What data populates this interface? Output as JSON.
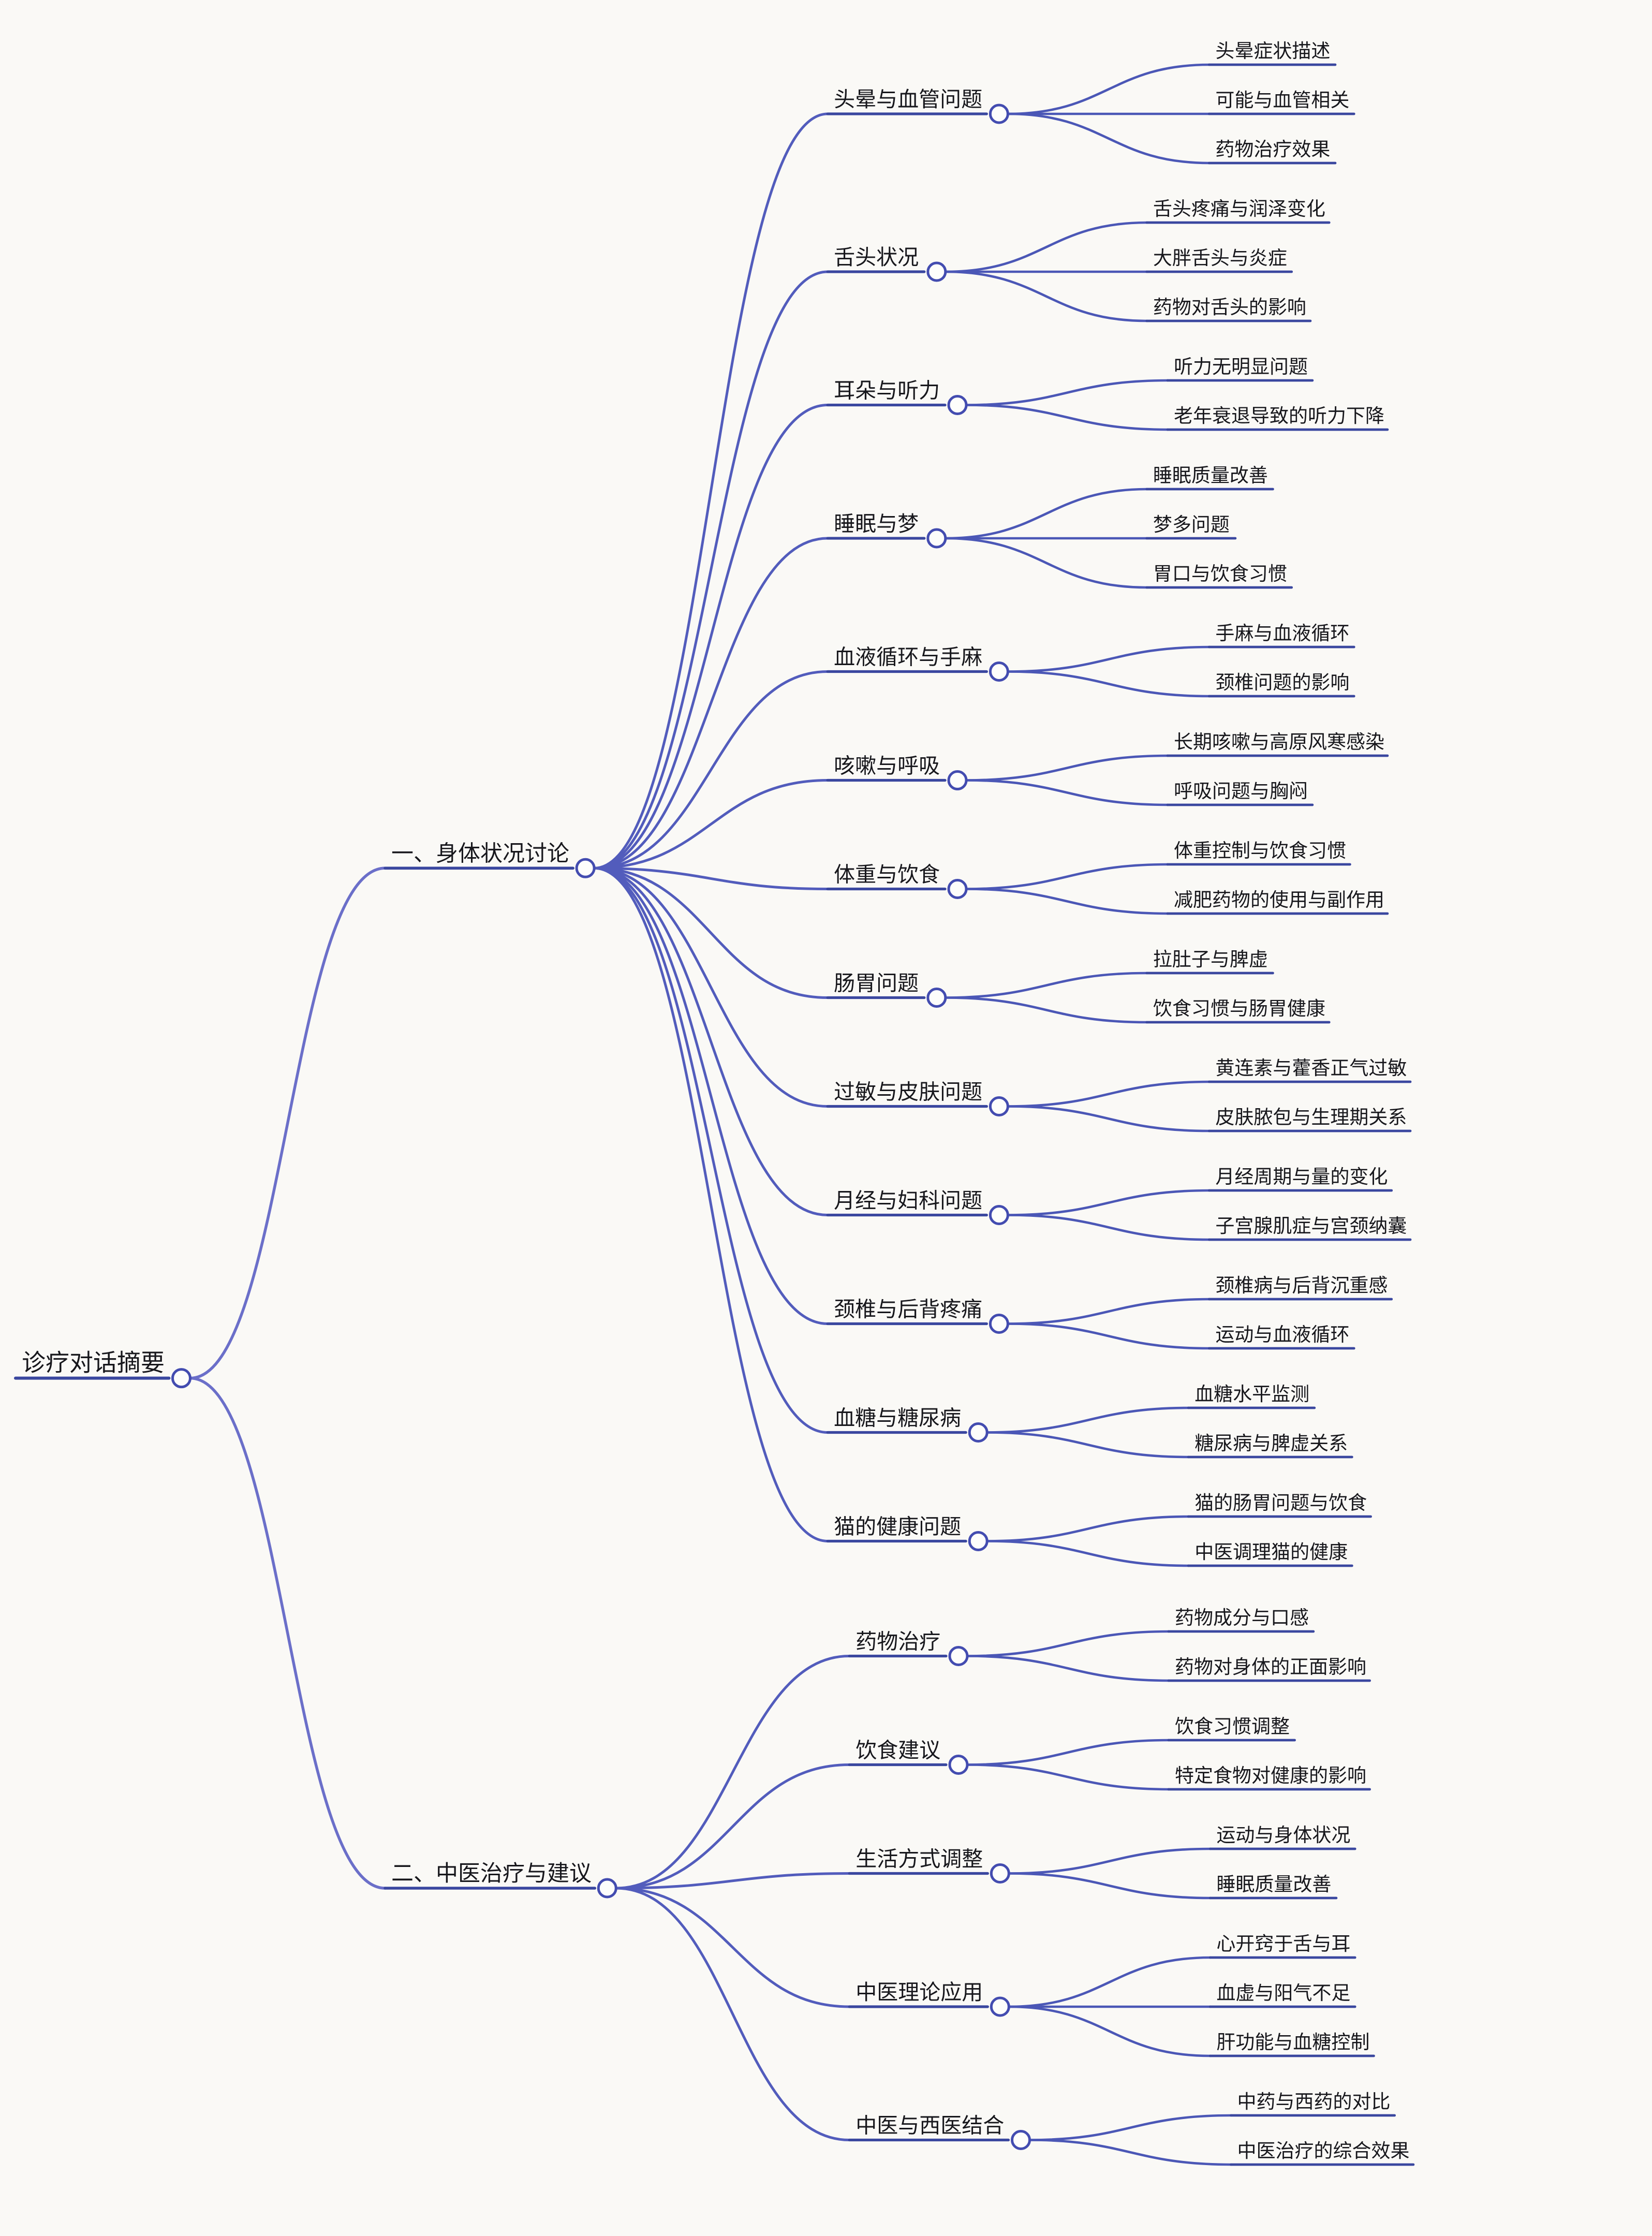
{
  "palette": {
    "background": "#faf9f6",
    "edge_fan": "#6b6fc9",
    "edge_mid": "#525cbc",
    "edge_leaf": "#4b57b6",
    "underline": "#3a479f",
    "circle_stroke": "#434cb0",
    "circle_fill": "#fdfdfb",
    "text": "#17171c"
  },
  "root": {
    "label": "诊疗对话摘要",
    "children": [
      {
        "label": "一、身体状况讨论",
        "children": [
          {
            "label": "头晕与血管问题",
            "children": [
              {
                "label": "头晕症状描述"
              },
              {
                "label": "可能与血管相关"
              },
              {
                "label": "药物治疗效果"
              }
            ]
          },
          {
            "label": "舌头状况",
            "children": [
              {
                "label": "舌头疼痛与润泽变化"
              },
              {
                "label": "大胖舌头与炎症"
              },
              {
                "label": "药物对舌头的影响"
              }
            ]
          },
          {
            "label": "耳朵与听力",
            "children": [
              {
                "label": "听力无明显问题"
              },
              {
                "label": "老年衰退导致的听力下降"
              }
            ]
          },
          {
            "label": "睡眠与梦",
            "children": [
              {
                "label": "睡眠质量改善"
              },
              {
                "label": "梦多问题"
              },
              {
                "label": "胃口与饮食习惯"
              }
            ]
          },
          {
            "label": "血液循环与手麻",
            "children": [
              {
                "label": "手麻与血液循环"
              },
              {
                "label": "颈椎问题的影响"
              }
            ]
          },
          {
            "label": "咳嗽与呼吸",
            "children": [
              {
                "label": "长期咳嗽与高原风寒感染"
              },
              {
                "label": "呼吸问题与胸闷"
              }
            ]
          },
          {
            "label": "体重与饮食",
            "children": [
              {
                "label": "体重控制与饮食习惯"
              },
              {
                "label": "减肥药物的使用与副作用"
              }
            ]
          },
          {
            "label": "肠胃问题",
            "children": [
              {
                "label": "拉肚子与脾虚"
              },
              {
                "label": "饮食习惯与肠胃健康"
              }
            ]
          },
          {
            "label": "过敏与皮肤问题",
            "children": [
              {
                "label": "黄连素与藿香正气过敏"
              },
              {
                "label": "皮肤脓包与生理期关系"
              }
            ]
          },
          {
            "label": "月经与妇科问题",
            "children": [
              {
                "label": "月经周期与量的变化"
              },
              {
                "label": "子宫腺肌症与宫颈纳囊"
              }
            ]
          },
          {
            "label": "颈椎与后背疼痛",
            "children": [
              {
                "label": "颈椎病与后背沉重感"
              },
              {
                "label": "运动与血液循环"
              }
            ]
          },
          {
            "label": "血糖与糖尿病",
            "children": [
              {
                "label": "血糖水平监测"
              },
              {
                "label": "糖尿病与脾虚关系"
              }
            ]
          },
          {
            "label": "猫的健康问题",
            "children": [
              {
                "label": "猫的肠胃问题与饮食"
              },
              {
                "label": "中医调理猫的健康"
              }
            ]
          }
        ]
      },
      {
        "label": "二、中医治疗与建议",
        "children": [
          {
            "label": "药物治疗",
            "children": [
              {
                "label": "药物成分与口感"
              },
              {
                "label": "药物对身体的正面影响"
              }
            ]
          },
          {
            "label": "饮食建议",
            "children": [
              {
                "label": "饮食习惯调整"
              },
              {
                "label": "特定食物对健康的影响"
              }
            ]
          },
          {
            "label": "生活方式调整",
            "children": [
              {
                "label": "运动与身体状况"
              },
              {
                "label": "睡眠质量改善"
              }
            ]
          },
          {
            "label": "中医理论应用",
            "children": [
              {
                "label": "心开窍于舌与耳"
              },
              {
                "label": "血虚与阳气不足"
              },
              {
                "label": "肝功能与血糖控制"
              }
            ]
          },
          {
            "label": "中医与西医结合",
            "children": [
              {
                "label": "中药与西药的对比"
              },
              {
                "label": "中医治疗的综合效果"
              }
            ]
          }
        ]
      }
    ]
  }
}
